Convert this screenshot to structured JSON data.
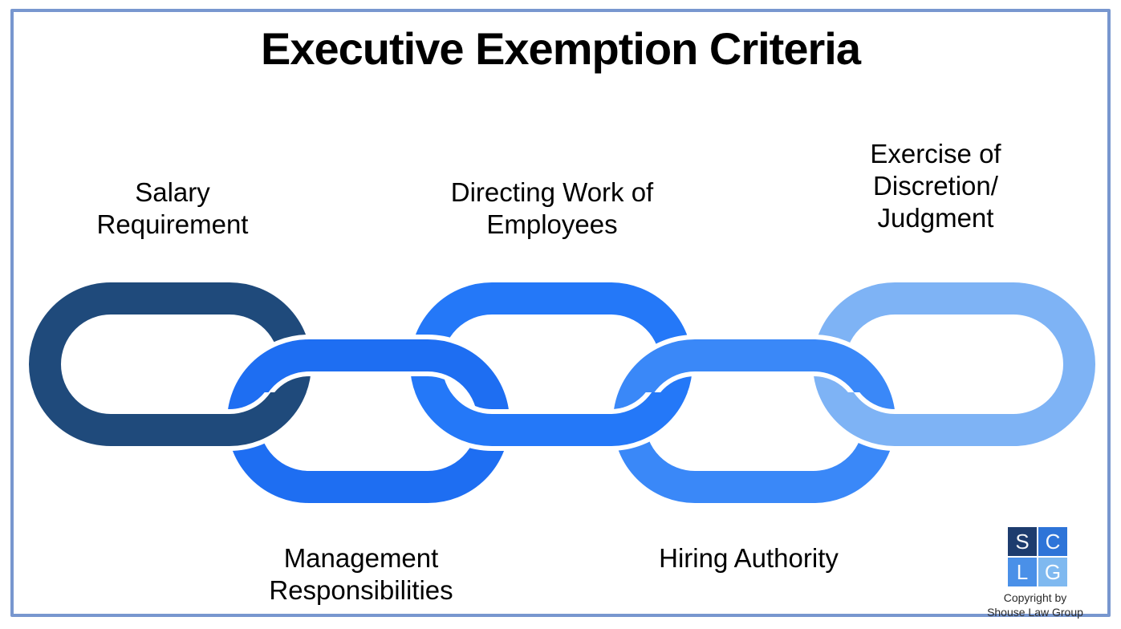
{
  "title": "Executive Exemption Criteria",
  "criteria": [
    {
      "name": "Salary Requirement",
      "lines": [
        "Salary",
        "Requirement"
      ],
      "label_position": "above",
      "link_color": "#1F4A7B",
      "link_order": 1
    },
    {
      "name": "Management Responsibilities",
      "lines": [
        "Management",
        "Responsibilities"
      ],
      "label_position": "below",
      "link_color": "#1E6EF2",
      "link_order": 2
    },
    {
      "name": "Directing Work of Employees",
      "lines": [
        "Directing Work of",
        "Employees"
      ],
      "label_position": "above",
      "link_color": "#2478F8",
      "link_order": 3
    },
    {
      "name": "Hiring Authority",
      "lines": [
        "Hiring Authority"
      ],
      "label_position": "below",
      "link_color": "#3A88F8",
      "link_order": 4
    },
    {
      "name": "Exercise of Discretion/Judgment",
      "lines": [
        "Exercise of",
        "Discretion/",
        "Judgment"
      ],
      "label_position": "above",
      "link_color": "#7EB3F5",
      "link_order": 5
    }
  ],
  "halo_color": "#FFFFFF",
  "frame_border_color": "#7897CF",
  "logo": {
    "squares": [
      {
        "letter": "S",
        "color": "#1D3C6E"
      },
      {
        "letter": "C",
        "color": "#2E74D8"
      },
      {
        "letter": "L",
        "color": "#4A90E8"
      },
      {
        "letter": "G",
        "color": "#7FB9F0"
      }
    ],
    "caption_lines": [
      "Copyright by",
      "Shouse Law Group"
    ]
  }
}
